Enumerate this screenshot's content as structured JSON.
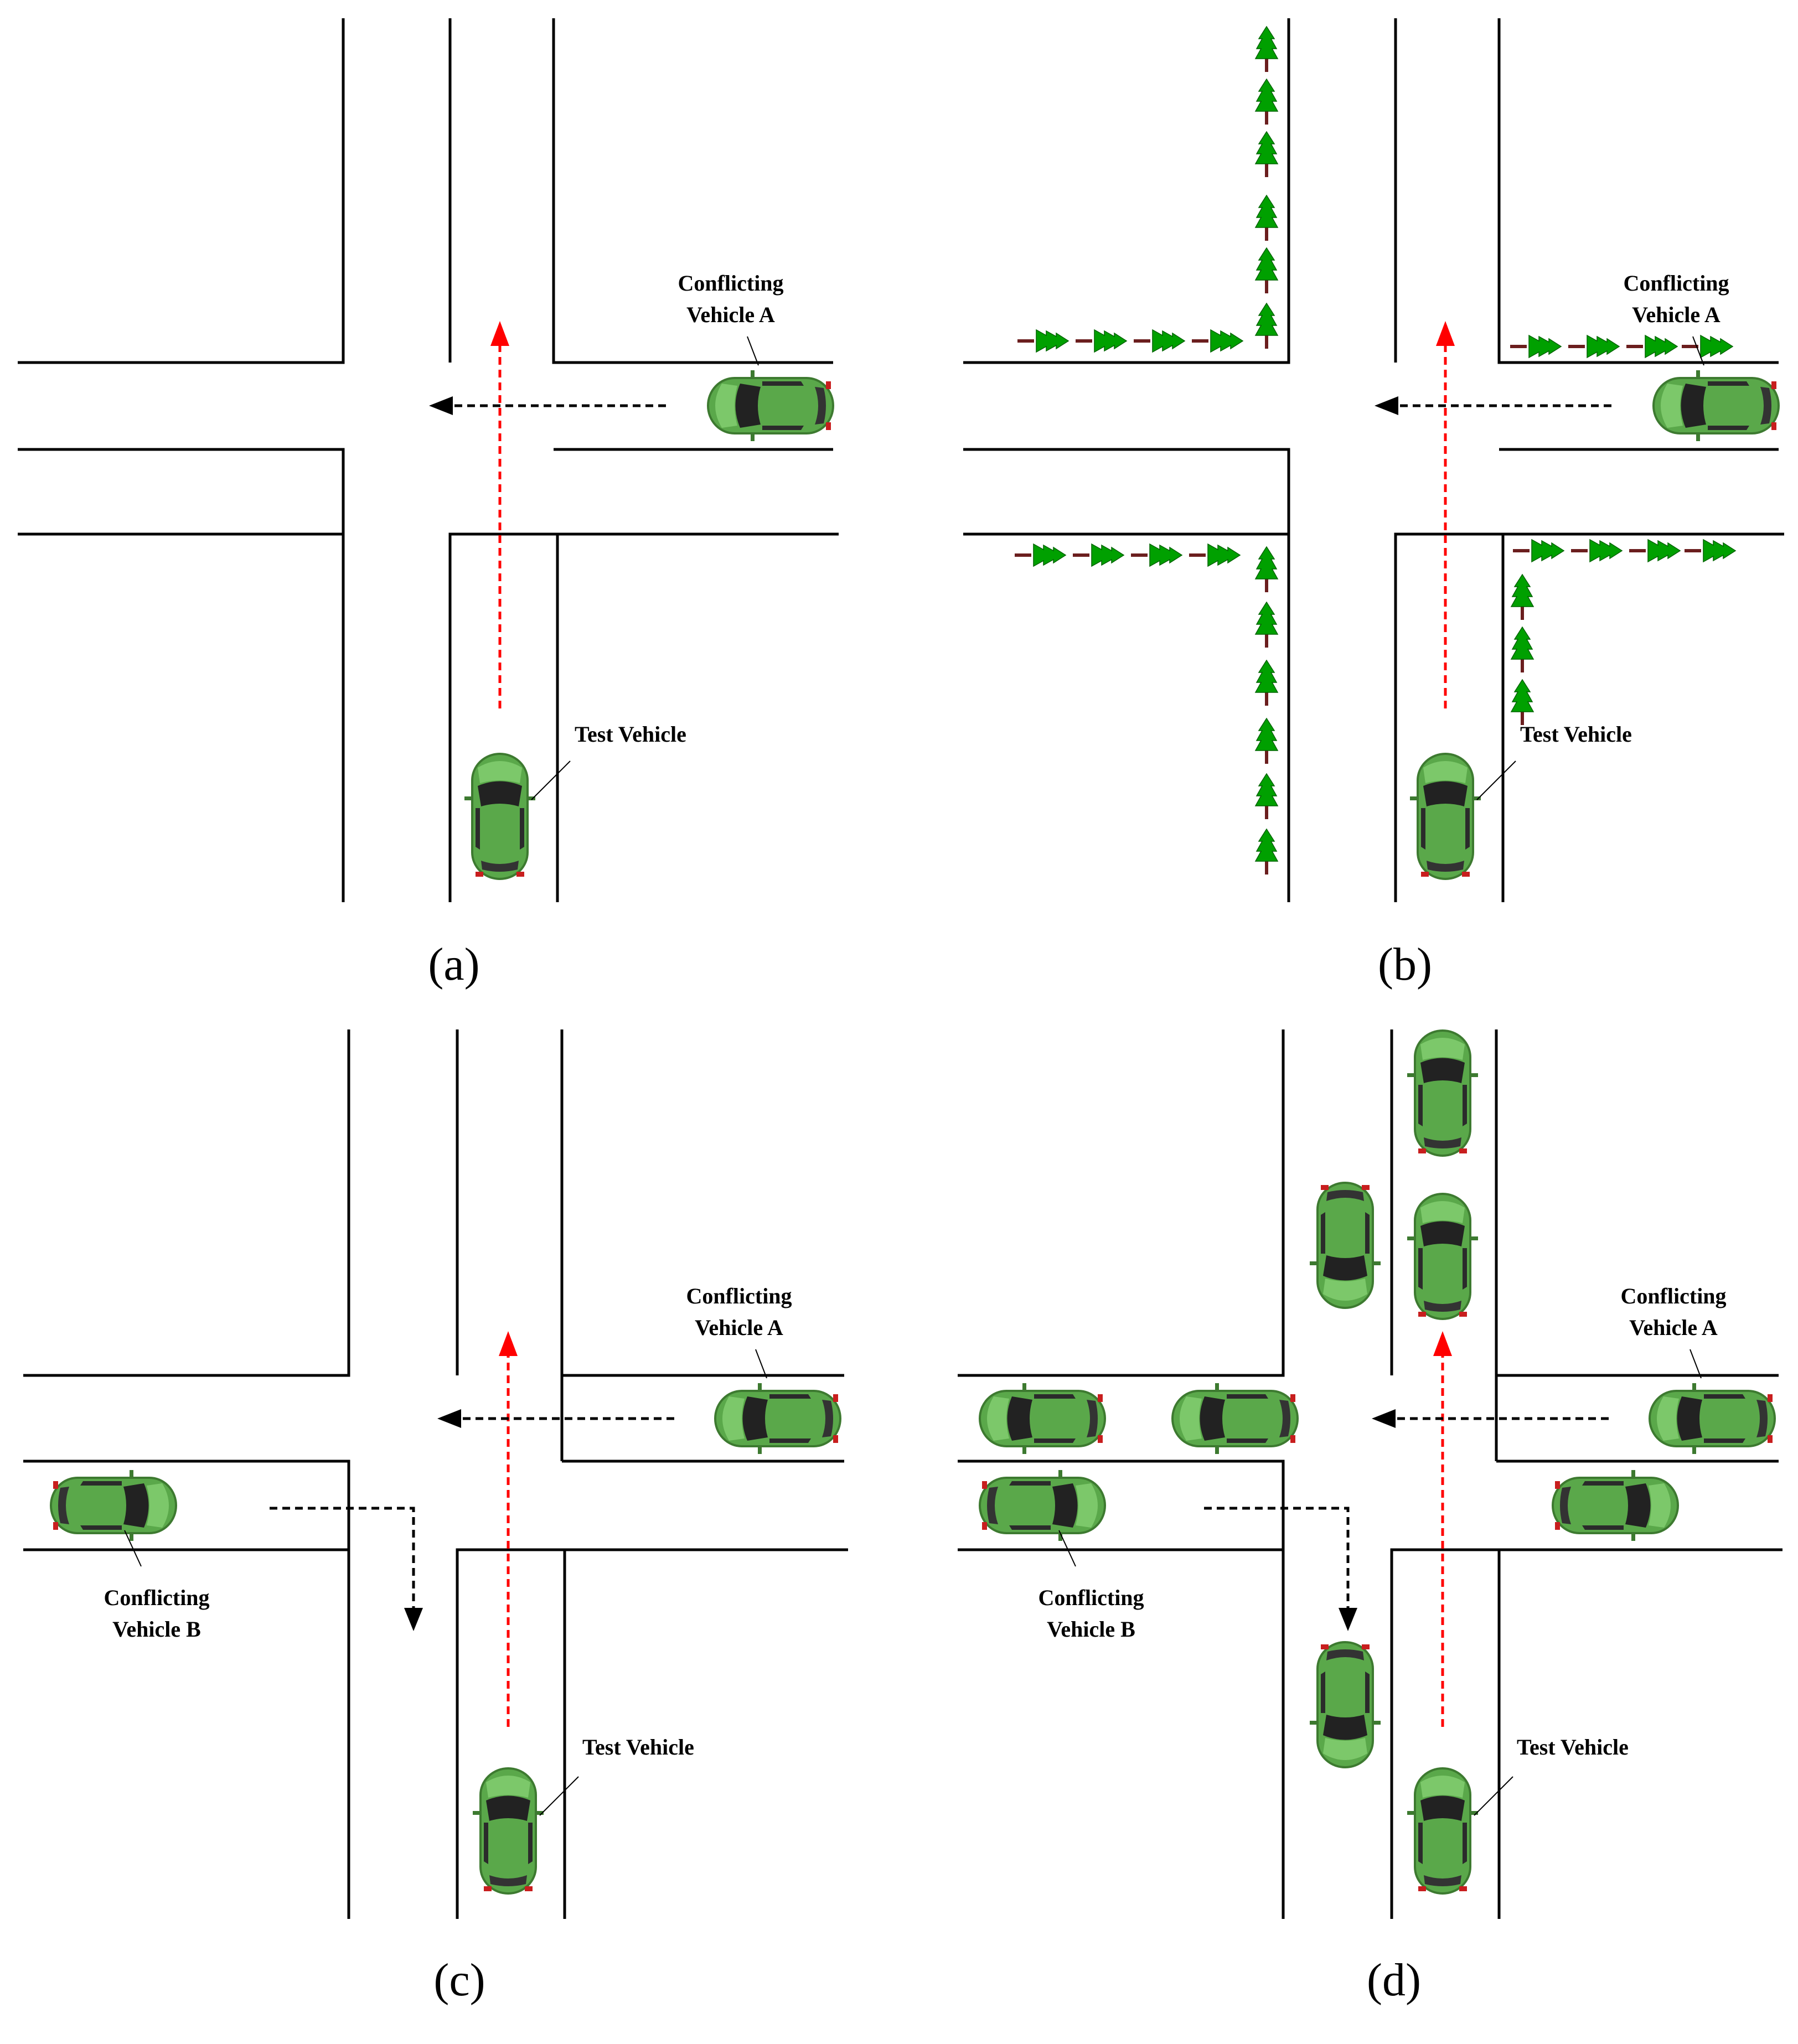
{
  "panels": [
    {
      "caption": "(a)",
      "labels": {
        "conflict_a_line1": "Conflicting",
        "conflict_a_line2": "Vehicle A",
        "test": "Test Vehicle"
      }
    },
    {
      "caption": "(b)",
      "labels": {
        "conflict_a_line1": "Conflicting",
        "conflict_a_line2": "Vehicle A",
        "test": "Test Vehicle"
      }
    },
    {
      "caption": "(c)",
      "labels": {
        "conflict_a_line1": "Conflicting",
        "conflict_a_line2": "Vehicle A",
        "conflict_b_line1": "Conflicting",
        "conflict_b_line2": "Vehicle B",
        "test": "Test Vehicle"
      }
    },
    {
      "caption": "(d)",
      "labels": {
        "conflict_a_line1": "Conflicting",
        "conflict_a_line2": "Vehicle A",
        "conflict_b_line1": "Conflicting",
        "conflict_b_line2": "Vehicle B",
        "test": "Test Vehicle"
      }
    }
  ],
  "colors": {
    "car_body": "#5aa84a",
    "car_light": "#7cc86a",
    "car_glass": "#222222",
    "test_path": "#ff0000",
    "conflict_path": "#000000",
    "tree": "#00a000",
    "trunk": "#6b1e1e"
  },
  "icons": [
    "car-icon",
    "tree-icon",
    "arrow-icon"
  ]
}
